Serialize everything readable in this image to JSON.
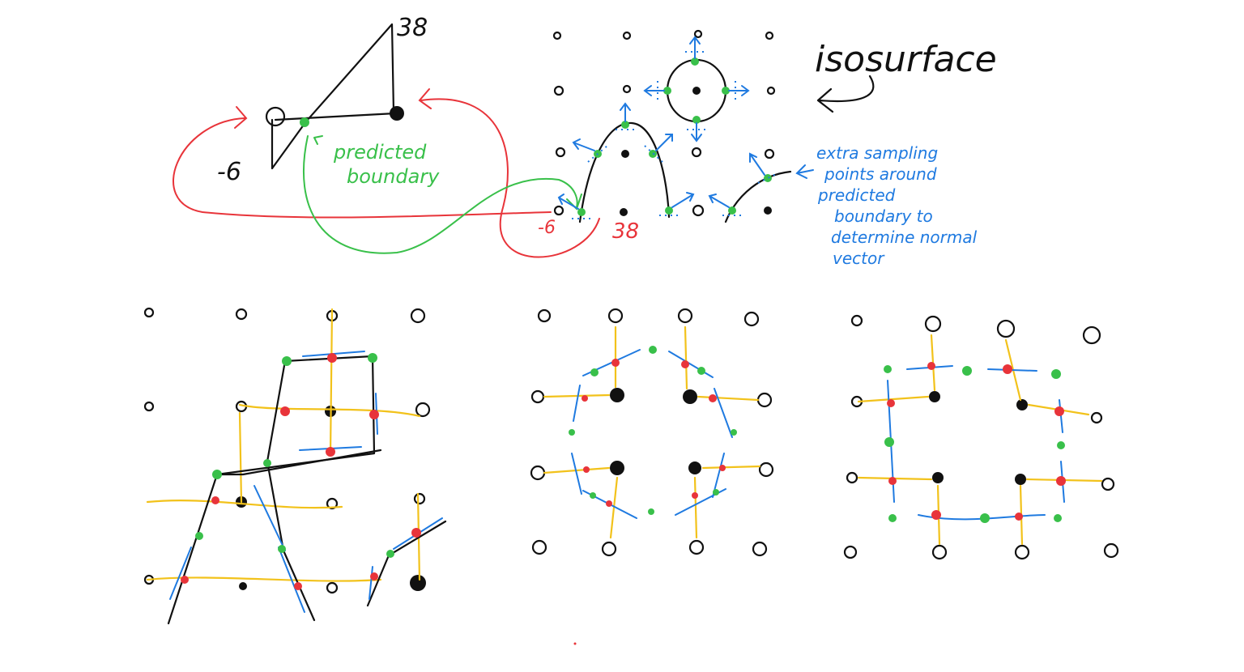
{
  "colors": {
    "black": "#111111",
    "red": "#e8343a",
    "green": "#39c04a",
    "blue": "#1f7ae0",
    "yellow": "#f2c21b"
  },
  "sketch1": {
    "top_value": "38",
    "bottom_value": "-6",
    "label_line1": "predicted",
    "label_line2": "boundary"
  },
  "sketch2": {
    "title": "isosurface",
    "value_left": "-6",
    "value_right": "38",
    "note_lines": [
      "extra sampling",
      "points around",
      "predicted",
      "boundary to",
      "determine normal",
      "vector"
    ]
  }
}
